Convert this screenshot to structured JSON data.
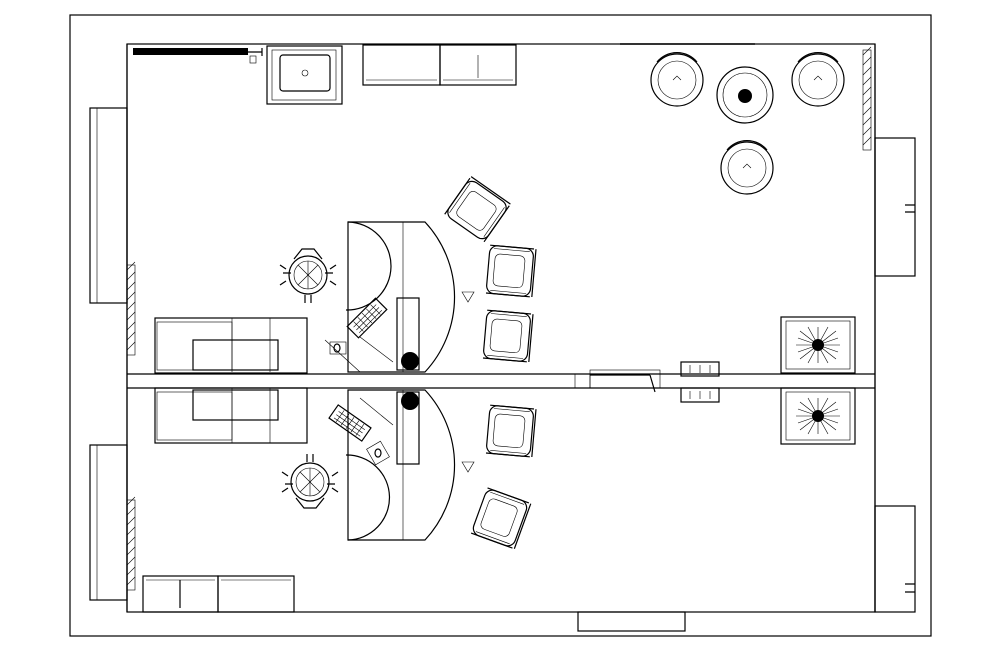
{
  "drawing": {
    "kind": "office-floor-plan",
    "style": "black line drawing on white",
    "colors": {
      "line": "#000000",
      "background": "#ffffff"
    }
  },
  "rooms": [
    {
      "id": "upper-office",
      "workstation": "curved-desk",
      "visitor_chairs": 3
    },
    {
      "id": "lower-office",
      "workstation": "curved-desk",
      "visitor_chairs": 2
    }
  ],
  "lounge": {
    "armchairs": 3,
    "round_table": 1
  },
  "planters": 2,
  "icons": [
    "desk-chair-icon",
    "armchair-icon",
    "keyboard-icon",
    "mouse-icon",
    "plant-icon",
    "door-swing-icon",
    "round-table-icon"
  ]
}
